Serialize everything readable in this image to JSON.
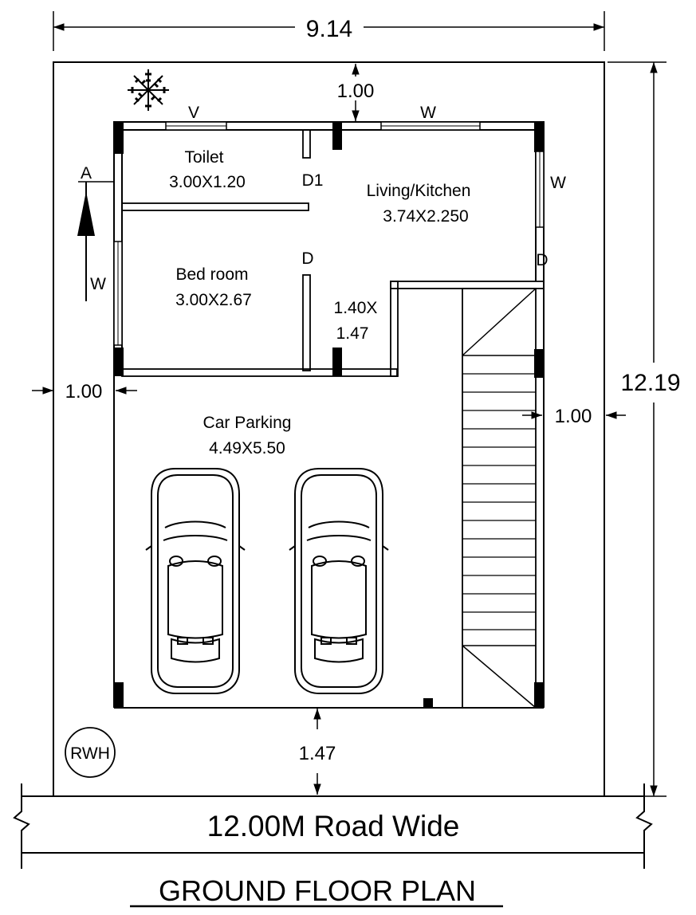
{
  "dimensions": {
    "overall_width": "9.14",
    "overall_depth": "12.19",
    "setback_rear": "1.00",
    "setback_left": "1.00",
    "setback_right": "1.00",
    "setback_front": "1.47"
  },
  "rooms": {
    "toilet": {
      "name": "Toilet",
      "size": "3.00X1.20"
    },
    "living": {
      "name": "Living/Kitchen",
      "size": "3.74X2.250"
    },
    "bedroom": {
      "name": "Bed room",
      "size": "3.00X2.67"
    },
    "lobby": {
      "line1": "1.40X",
      "line2": "1.47"
    },
    "parking": {
      "name": "Car Parking",
      "size": "4.49X5.50"
    }
  },
  "openings": {
    "ventilator": "V",
    "window_top": "W",
    "window_right": "W",
    "window_left": "W",
    "door_toilet": "D1",
    "door_bedroom": "D",
    "door_living": "D"
  },
  "section_marker": "A",
  "rwh": "RWH",
  "road": "12.00M Road Wide",
  "title": "GROUND FLOOR PLAN"
}
